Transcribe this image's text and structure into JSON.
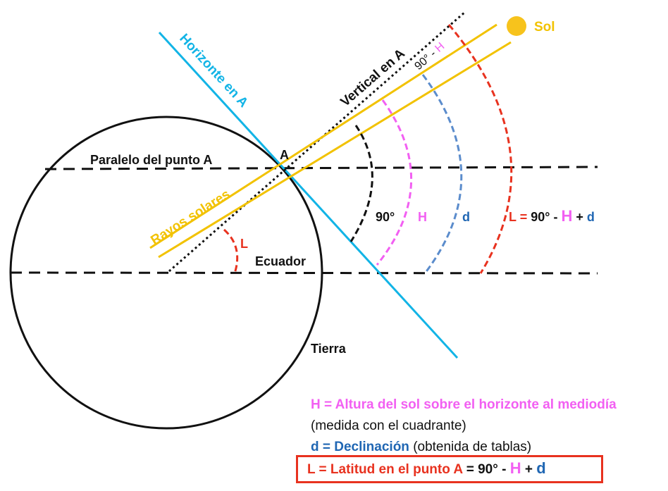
{
  "colors": {
    "black": "#111111",
    "cyan": "#12b4e6",
    "yellow": "#f2c200",
    "pink": "#f25ff2",
    "blue": "#1f66b3",
    "lightblue": "#5b8ccc",
    "red": "#e8321f"
  },
  "labels": {
    "sun": "Sol",
    "horizon": "Horizonte en A",
    "vertical": "Vertical en A",
    "arc_top": "90° - H",
    "parallel": "Paralelo del punto A",
    "point_a": "A",
    "rays": "Rayos solares",
    "equator": "Ecuador",
    "earth": "Tierra",
    "l_small": "L",
    "angle_90": "90°",
    "h": "H",
    "d": "d",
    "formula": {
      "l": "L",
      "eq": "= 90° -",
      "h": "H",
      "plus": "+",
      "d": "d"
    }
  },
  "legend": {
    "h_line": "H = Altura del sol sobre el horizonte al mediodía",
    "h_note": "(medida con el cuadrante)",
    "d_bold": "d = Declinación",
    "d_note": "(obtenida de tablas)",
    "l_bold": "L = Latitud en el punto A",
    "l_eq": "= 90° -",
    "l_h": "H",
    "l_plus": "+",
    "l_d": "d"
  }
}
